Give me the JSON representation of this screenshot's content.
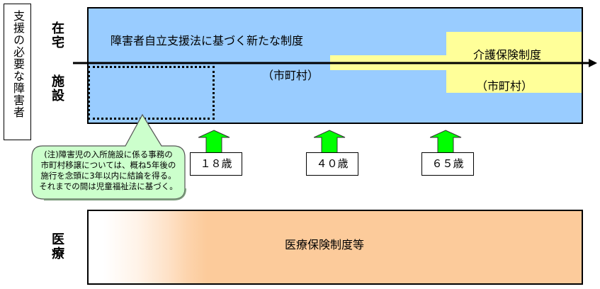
{
  "left_label": "支援の必要な障害者",
  "row_labels": {
    "home": "在宅",
    "facility": "施設",
    "medical": "医療"
  },
  "main_system": {
    "title": "障害者自立支援法に基づく新たな制度",
    "authority": "（市町村）"
  },
  "care_insurance": {
    "title": "介護保険制度",
    "authority": "（市町村）"
  },
  "callout": {
    "lines": [
      "(注)障害児の入所施設に係る事務の",
      "市町村移譲については、概ね5年後の",
      "施行を念頭に3年以内に結論を得る。",
      "それまでの間は児童福祉法に基づく。"
    ]
  },
  "age_markers": [
    {
      "label": "１８歳",
      "icon": "up-arrow-icon"
    },
    {
      "label": "４０歳",
      "icon": "up-arrow-icon"
    },
    {
      "label": "６５歳",
      "icon": "up-arrow-icon"
    }
  ],
  "medical_system": {
    "title": "医療保険制度等"
  },
  "colors": {
    "disability_system": "#99CCFF",
    "care_insurance": "#FFFF99",
    "medical": "#FCCB9B",
    "callout": "#CCFFCC",
    "age_arrow": "#00FF00"
  }
}
